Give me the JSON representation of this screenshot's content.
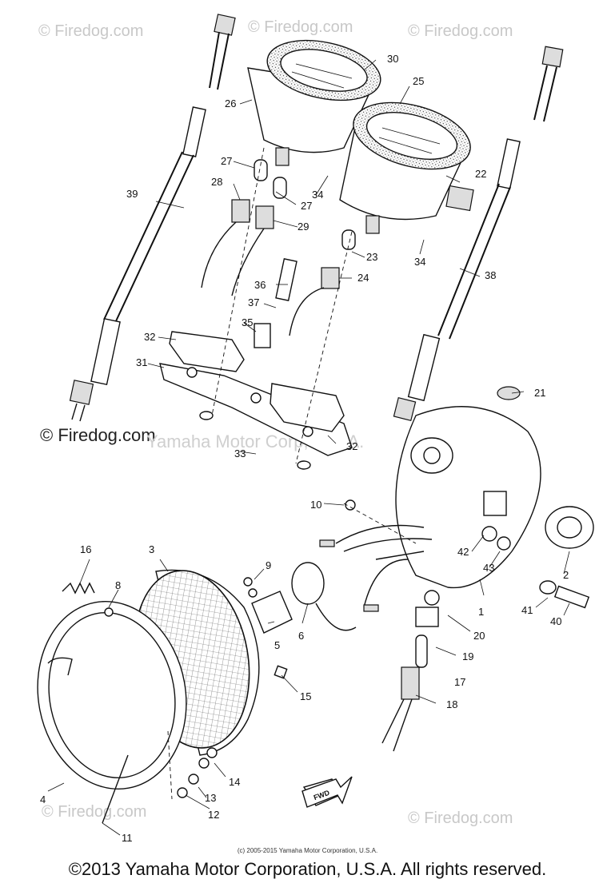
{
  "watermarks": {
    "site": "© Firedog.com",
    "site_main": "© Firedog.com",
    "center": "Yamaha Motor Corp, U.S.A."
  },
  "parts": [
    {
      "label": "1"
    },
    {
      "label": "2"
    },
    {
      "label": "3"
    },
    {
      "label": "4"
    },
    {
      "label": "5"
    },
    {
      "label": "6"
    },
    {
      "label": "8"
    },
    {
      "label": "9"
    },
    {
      "label": "10"
    },
    {
      "label": "11"
    },
    {
      "label": "12"
    },
    {
      "label": "13"
    },
    {
      "label": "14"
    },
    {
      "label": "15"
    },
    {
      "label": "16"
    },
    {
      "label": "17"
    },
    {
      "label": "18"
    },
    {
      "label": "19"
    },
    {
      "label": "20"
    },
    {
      "label": "21"
    },
    {
      "label": "22"
    },
    {
      "label": "23"
    },
    {
      "label": "24"
    },
    {
      "label": "25"
    },
    {
      "label": "26"
    },
    {
      "label": "27"
    },
    {
      "label": "27"
    },
    {
      "label": "28"
    },
    {
      "label": "29"
    },
    {
      "label": "30"
    },
    {
      "label": "31"
    },
    {
      "label": "32"
    },
    {
      "label": "32"
    },
    {
      "label": "33"
    },
    {
      "label": "34"
    },
    {
      "label": "34"
    },
    {
      "label": "35"
    },
    {
      "label": "36"
    },
    {
      "label": "37"
    },
    {
      "label": "38"
    },
    {
      "label": "39"
    },
    {
      "label": "40"
    },
    {
      "label": "41"
    },
    {
      "label": "42"
    },
    {
      "label": "43"
    }
  ],
  "fwd_label": "FWD",
  "footer": {
    "small": "(c) 2005-2015 Yamaha Motor Corporation, U.S.A.",
    "copyright": "©2013 Yamaha Motor Corporation, U.S.A. All rights reserved."
  }
}
